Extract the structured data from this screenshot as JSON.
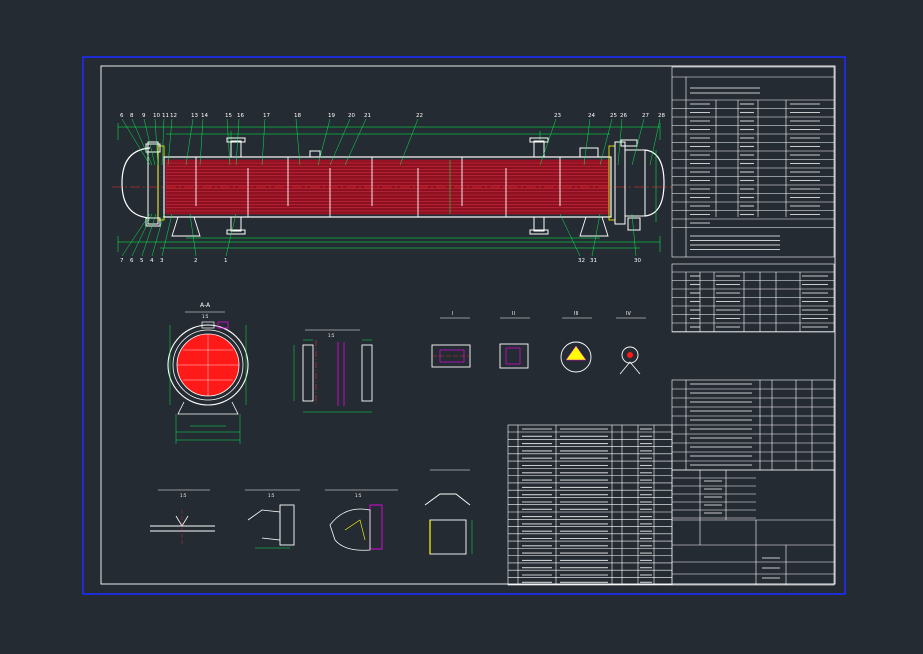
{
  "colors": {
    "background": "#252b32",
    "outer_frame": "#1d2cff",
    "inner_frame": "#ffffff",
    "shell": "#ffffff",
    "tube_bundle": "#c0182e",
    "dimension": "#00ff55",
    "leader": "#00ff55",
    "center_line": "#ff3333",
    "magenta": "#ff00ff",
    "yellow": "#ffff00",
    "red_fill": "#ff1a1a"
  },
  "balloons_top": [
    "6",
    "8",
    "9",
    "10",
    "11",
    "12",
    "13",
    "14",
    "15",
    "16",
    "17",
    "18",
    "19",
    "20",
    "21",
    "22",
    "23",
    "24",
    "25",
    "26",
    "27",
    "28"
  ],
  "balloons_bottom": [
    "7",
    "6",
    "5",
    "4",
    "3",
    "2",
    "1",
    "32",
    "31",
    "30"
  ],
  "section_labels": [
    "A-A",
    "I",
    "II",
    "III",
    "IV"
  ],
  "view_scales": [
    "1:5",
    "1:5",
    "1:5",
    "1:5",
    "1:5"
  ],
  "table_row_count": 22,
  "titles": {
    "title_block_cells": [
      "",
      "",
      "",
      ""
    ]
  }
}
